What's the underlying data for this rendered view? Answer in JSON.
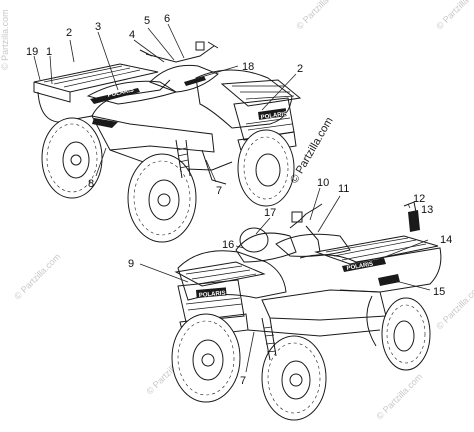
{
  "callouts": [
    {
      "id": "c19",
      "text": "19"
    },
    {
      "id": "c1",
      "text": "1"
    },
    {
      "id": "c2a",
      "text": "2"
    },
    {
      "id": "c3",
      "text": "3"
    },
    {
      "id": "c4",
      "text": "4"
    },
    {
      "id": "c5",
      "text": "5"
    },
    {
      "id": "c6",
      "text": "6"
    },
    {
      "id": "c18",
      "text": "18"
    },
    {
      "id": "c2b",
      "text": "2"
    },
    {
      "id": "c8",
      "text": "8"
    },
    {
      "id": "c7a",
      "text": "7"
    },
    {
      "id": "c10",
      "text": "10"
    },
    {
      "id": "c11",
      "text": "11"
    },
    {
      "id": "c17",
      "text": "17"
    },
    {
      "id": "c12",
      "text": "12"
    },
    {
      "id": "c13",
      "text": "13"
    },
    {
      "id": "c16",
      "text": "16"
    },
    {
      "id": "c14",
      "text": "14"
    },
    {
      "id": "c9",
      "text": "9"
    },
    {
      "id": "c15",
      "text": "15"
    },
    {
      "id": "c7b",
      "text": "7"
    }
  ],
  "copyright": "© Partzilla.com",
  "watermark": "© Partzilla.com",
  "decal_brand": "POLARIS"
}
